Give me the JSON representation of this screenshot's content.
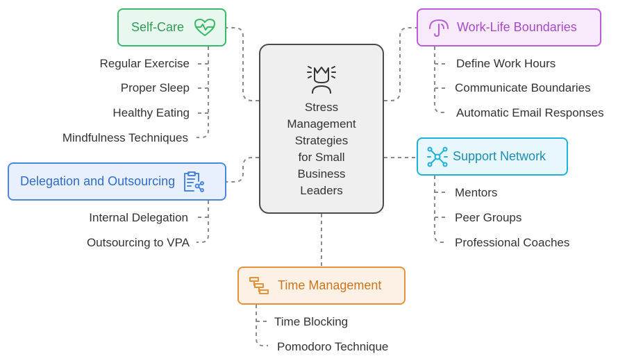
{
  "center": {
    "lines": [
      "Stress",
      "Management",
      "Strategies",
      "for Small",
      "Business",
      "Leaders"
    ],
    "icon": "leader-crown-icon"
  },
  "branches": {
    "self_care": {
      "title": "Self-Care",
      "icon": "heart-pulse-icon",
      "color": "#39b96a",
      "items": [
        "Regular Exercise",
        "Proper Sleep",
        "Healthy Eating",
        "Mindfulness Techniques"
      ]
    },
    "work_life": {
      "title": "Work-Life Boundaries",
      "icon": "umbrella-icon",
      "color": "#bb5cd9",
      "items": [
        "Define Work Hours",
        "Communicate Boundaries",
        "Automatic Email Responses"
      ]
    },
    "support": {
      "title": "Support Network",
      "icon": "network-nodes-icon",
      "color": "#1fb0dc",
      "items": [
        "Mentors",
        "Peer Groups",
        "Professional Coaches"
      ]
    },
    "delegation": {
      "title": "Delegation and Outsourcing",
      "icon": "clipboard-share-icon",
      "color": "#4a86e0",
      "items": [
        "Internal Delegation",
        "Outsourcing to VPA"
      ]
    },
    "time": {
      "title": "Time Management",
      "icon": "gantt-timeline-icon",
      "color": "#e6923a",
      "items": [
        "Time Blocking",
        "Pomodoro Technique"
      ]
    }
  }
}
